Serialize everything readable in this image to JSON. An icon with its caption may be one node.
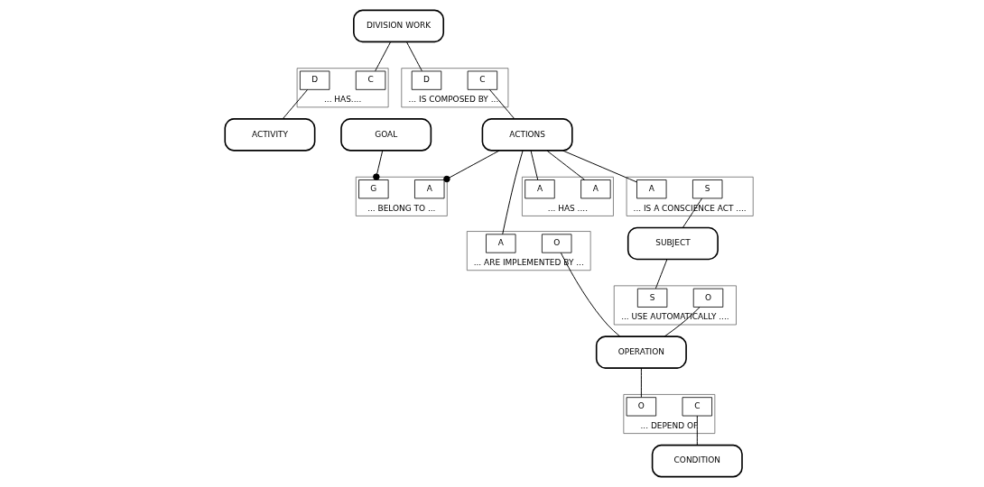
{
  "diagram": {
    "nodes": [
      {
        "text": [
          "DIVISION WORK"
        ]
      },
      {
        "text": [
          "... HAS...."
        ]
      },
      {
        "text": [
          "D"
        ],
        "in": 1
      },
      {
        "text": [
          "C"
        ],
        "in": 1
      },
      {
        "text": [
          "... IS COMPOSED BY ...."
        ]
      },
      {
        "text": [
          "D"
        ],
        "in": 4
      },
      {
        "text": [
          "C"
        ],
        "in": 4
      },
      {
        "text": [
          "... BELONG TO ..."
        ]
      },
      {
        "text": [
          "G"
        ],
        "in": 7
      },
      {
        "text": [
          "A"
        ],
        "in": 7
      },
      {
        "text": [
          "GOAL"
        ]
      },
      {
        "text": [
          "ACTIVITY"
        ]
      },
      {
        "text": [
          "ACTIONS"
        ]
      },
      {
        "text": [
          "... ARE IMPLEMENTED BY ..."
        ]
      },
      {
        "text": [
          "A"
        ],
        "in": 13
      },
      {
        "text": [
          "O"
        ],
        "in": 13
      },
      {
        "text": [
          "OPERATION"
        ]
      },
      {
        "text": [
          "... DEPEND OF"
        ]
      },
      {
        "text": [
          "O"
        ],
        "in": 17
      },
      {
        "text": [
          "C"
        ],
        "in": 17
      },
      {
        "text": [
          "... HAS ...."
        ]
      },
      {
        "text": [
          "A"
        ],
        "in": 20
      },
      {
        "text": [
          "A"
        ],
        "in": 20
      },
      {
        "text": [
          "... IS A CONSCIENCE ACT ...."
        ]
      },
      {
        "text": [
          "A"
        ],
        "in": 23
      },
      {
        "text": [
          "S"
        ],
        "in": 23
      },
      {
        "text": [
          "... USE AUTOMATICALLY ...."
        ]
      },
      {
        "text": [
          "S"
        ],
        "in": 26
      },
      {
        "text": [
          "O"
        ],
        "in": 26
      },
      {
        "text": [
          "CONDITION"
        ]
      },
      {
        "text": [
          "SUBJECT"
        ]
      }
    ],
    "edges": [
      {
        "from": 0,
        "to": 3,
        "arrow": "none"
      },
      {
        "from": 2,
        "to": 11,
        "arrow": "none"
      },
      {
        "from": 0,
        "to": 5,
        "arrow": "none"
      },
      {
        "from": 6,
        "to": 12,
        "arrow": "none"
      },
      {
        "from": 12,
        "to": 9,
        "arrow": "other"
      },
      {
        "from": 10,
        "to": 8,
        "arrow": "other"
      },
      {
        "from": 12,
        "to": 14,
        "arrow": "none"
      },
      {
        "from": 15,
        "to": 16,
        "arrow": "none"
      },
      {
        "from": 16,
        "to": 18,
        "arrow": "none"
      },
      {
        "from": 19,
        "to": 29,
        "arrow": "none"
      },
      {
        "from": 12,
        "to": 21,
        "arrow": "none"
      },
      {
        "from": 12,
        "to": 22,
        "arrow": "none"
      },
      {
        "from": 12,
        "to": 24,
        "arrow": "none"
      },
      {
        "from": 25,
        "to": 30,
        "arrow": "none"
      },
      {
        "from": 30,
        "to": 27,
        "arrow": "none"
      },
      {
        "from": 28,
        "to": 16,
        "arrow": "none"
      }
    ]
  }
}
